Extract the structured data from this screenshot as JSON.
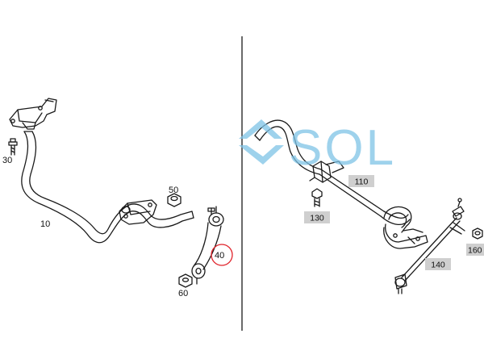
{
  "watermark": {
    "text": "SOL",
    "color": "#7ec3e6"
  },
  "colors": {
    "line": "#1a1a1a",
    "tag_fill": "#cfcfcf",
    "highlight": "#e0222a"
  },
  "left_panel": {
    "labels": {
      "p30": "30",
      "p10": "10",
      "p50": "50",
      "p40": "40",
      "p60": "60"
    }
  },
  "right_panel": {
    "labels": {
      "p110": "110",
      "p130": "130",
      "p140": "140",
      "p160": "160"
    }
  },
  "highlighted_part": "40"
}
